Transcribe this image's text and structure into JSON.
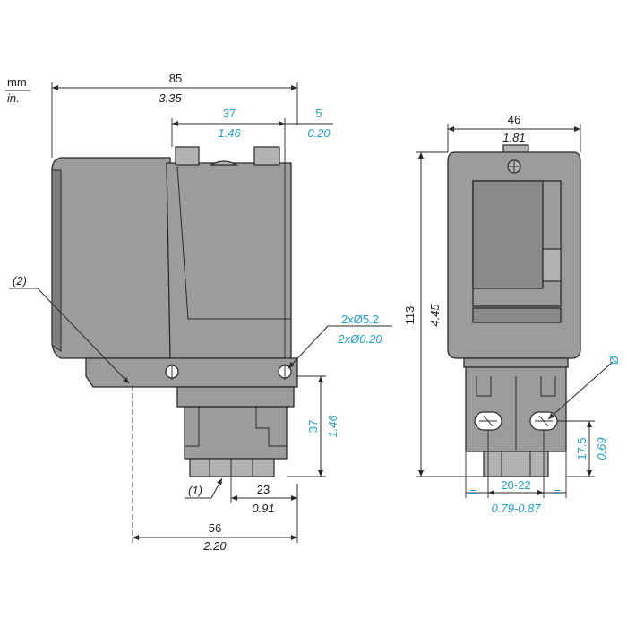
{
  "units": {
    "mm": "mm",
    "in": "in."
  },
  "side_view": {
    "overall_width": {
      "mm": "85",
      "in": "3.35"
    },
    "hole_spacing": {
      "mm": "37",
      "in": "1.46"
    },
    "offset": {
      "mm": "5",
      "in": "0.20"
    },
    "holes": {
      "mm": "2xØ5.2",
      "in": "2xØ0.20"
    },
    "lower_height": {
      "mm": "37",
      "in": "1.46"
    },
    "lower_width": {
      "mm": "23",
      "in": "0.91"
    },
    "base_width": {
      "mm": "56",
      "in": "2.20"
    },
    "callout_1": "(1)",
    "callout_2": "(2)"
  },
  "front_view": {
    "width": {
      "mm": "46",
      "in": "1.81"
    },
    "height": {
      "mm": "113",
      "in": "4.45"
    },
    "slot_spacing": {
      "mm": "20-22",
      "in": "0.79-0.87"
    },
    "slot_height": {
      "mm": "17.5",
      "in": "0.69"
    },
    "diameter": "Ø",
    "equal_left": "=",
    "equal_right": "="
  },
  "colors": {
    "dimension_blue": "#1f9fd6",
    "body_gray": "#9c9c9c",
    "line": "#2a2a2a"
  }
}
